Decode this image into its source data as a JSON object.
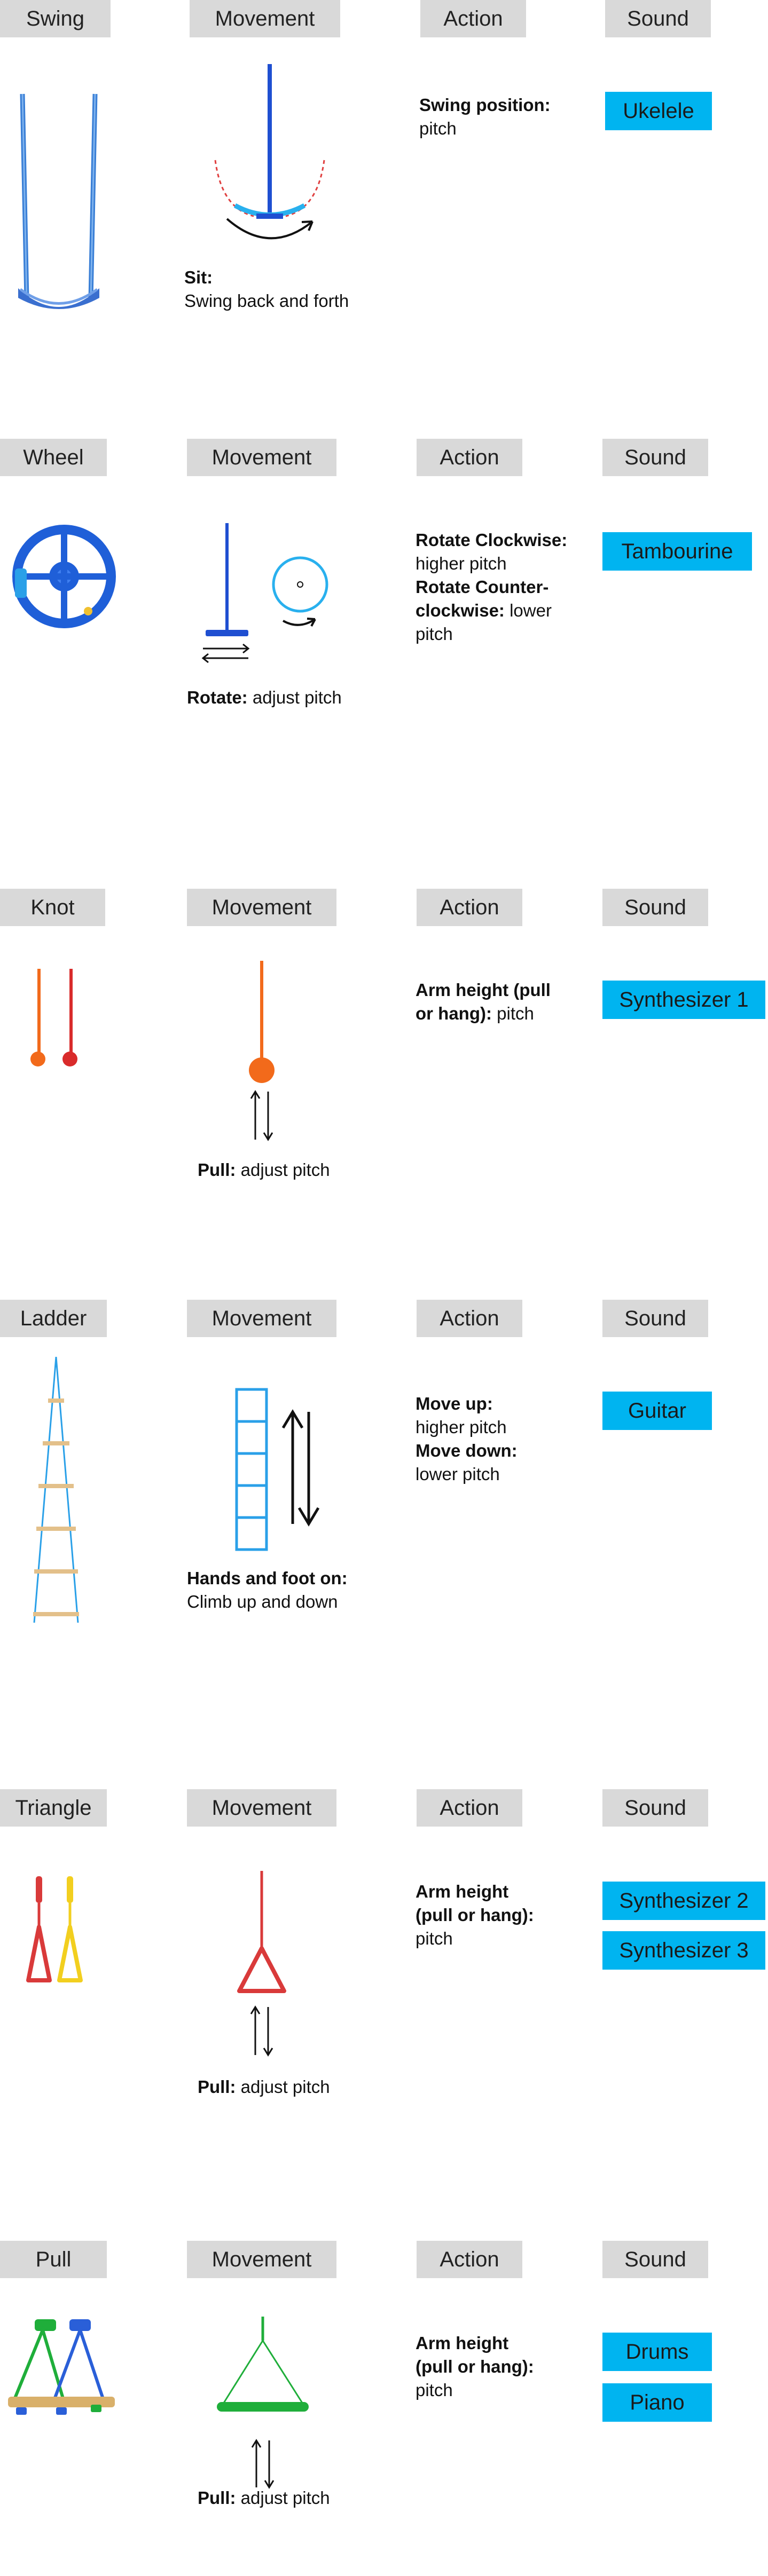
{
  "column_labels": {
    "movement": "Movement",
    "action": "Action",
    "sound": "Sound"
  },
  "sections": [
    {
      "id": "swing",
      "name": "Swing",
      "movement_bold": "Sit:",
      "movement_text": "Swing back and forth",
      "action_lines": [
        {
          "bold": "Swing position:",
          "text": ""
        },
        {
          "bold": "",
          "text": "pitch"
        }
      ],
      "sounds": [
        "Ukelele"
      ]
    },
    {
      "id": "wheel",
      "name": "Wheel",
      "movement_bold": "Rotate:",
      "movement_text": " adjust pitch",
      "action_lines": [
        {
          "bold": "Rotate Clockwise:",
          "text": ""
        },
        {
          "bold": "",
          "text": "higher pitch"
        },
        {
          "bold": "Rotate Counter-",
          "text": ""
        },
        {
          "bold": "clockwise:",
          "text": " lower"
        },
        {
          "bold": "",
          "text": "pitch"
        }
      ],
      "sounds": [
        "Tambourine"
      ]
    },
    {
      "id": "knot",
      "name": "Knot",
      "movement_bold": "Pull:",
      "movement_text": " adjust pitch",
      "action_lines": [
        {
          "bold": "Arm height (pull",
          "text": ""
        },
        {
          "bold": "or hang):",
          "text": " pitch"
        }
      ],
      "sounds": [
        "Synthesizer 1"
      ]
    },
    {
      "id": "ladder",
      "name": "Ladder",
      "movement_bold": "Hands and foot on:",
      "movement_text": "Climb up and down",
      "action_lines": [
        {
          "bold": "Move up:",
          "text": ""
        },
        {
          "bold": "",
          "text": "higher pitch"
        },
        {
          "bold": "Move down:",
          "text": ""
        },
        {
          "bold": "",
          "text": "lower pitch"
        }
      ],
      "sounds": [
        "Guitar"
      ]
    },
    {
      "id": "triangle",
      "name": "Triangle",
      "movement_bold": "Pull:",
      "movement_text": " adjust pitch",
      "action_lines": [
        {
          "bold": "Arm height",
          "text": ""
        },
        {
          "bold": "(pull or hang):",
          "text": ""
        },
        {
          "bold": "",
          "text": "pitch"
        }
      ],
      "sounds": [
        "Synthesizer 2",
        "Synthesizer 3"
      ]
    },
    {
      "id": "pull",
      "name": "Pull",
      "movement_bold": "Pull:",
      "movement_text": " adjust pitch",
      "action_lines": [
        {
          "bold": "Arm height",
          "text": ""
        },
        {
          "bold": "(pull or hang):",
          "text": ""
        },
        {
          "bold": "",
          "text": "pitch"
        }
      ],
      "sounds": [
        "Drums",
        "Piano"
      ]
    }
  ],
  "colors": {
    "header_bg": "#d9d9d9",
    "sound_bg": "#00b4f0",
    "swing_blue": "#3a7fd6",
    "wheel_blue": "#1f5fd8",
    "knot_orange": "#f26a1b",
    "knot_red": "#d92b2b",
    "ladder_blue": "#2aa0e8",
    "triangle_red": "#d93a3a",
    "triangle_yellow": "#f2cf1f",
    "pull_green": "#1fae3a"
  }
}
